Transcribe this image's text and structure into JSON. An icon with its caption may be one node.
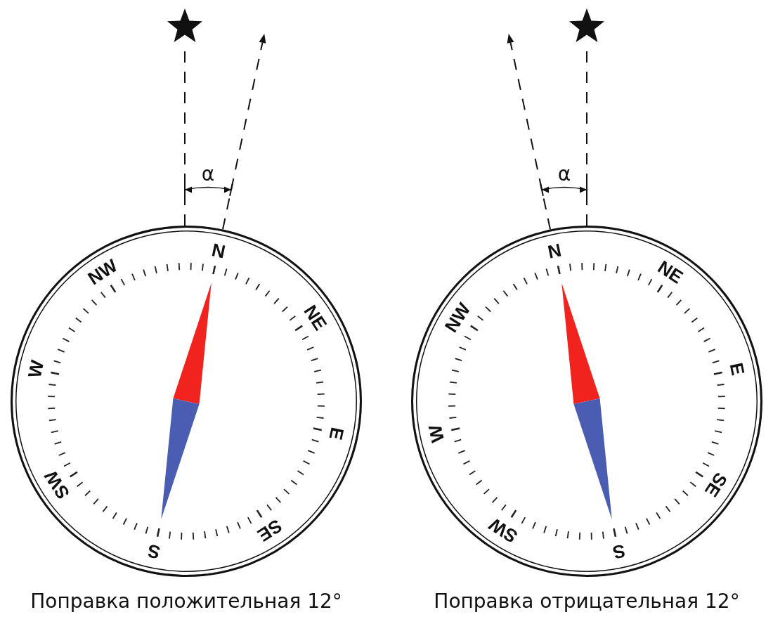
{
  "diagram": {
    "nodes": [
      {
        "text": [
          "N",
          "NE",
          "E",
          "SE",
          "S",
          "SW",
          "W",
          "NW"
        ],
        "beside": [
          "Поправка положительная 12°"
        ]
      },
      {
        "text": [
          "N",
          "NE",
          "E",
          "SE",
          "S",
          "SW",
          "W",
          "NW"
        ],
        "beside": [
          "Поправка отрицательная 12°"
        ]
      }
    ],
    "labels": [
      "α",
      "α"
    ]
  }
}
